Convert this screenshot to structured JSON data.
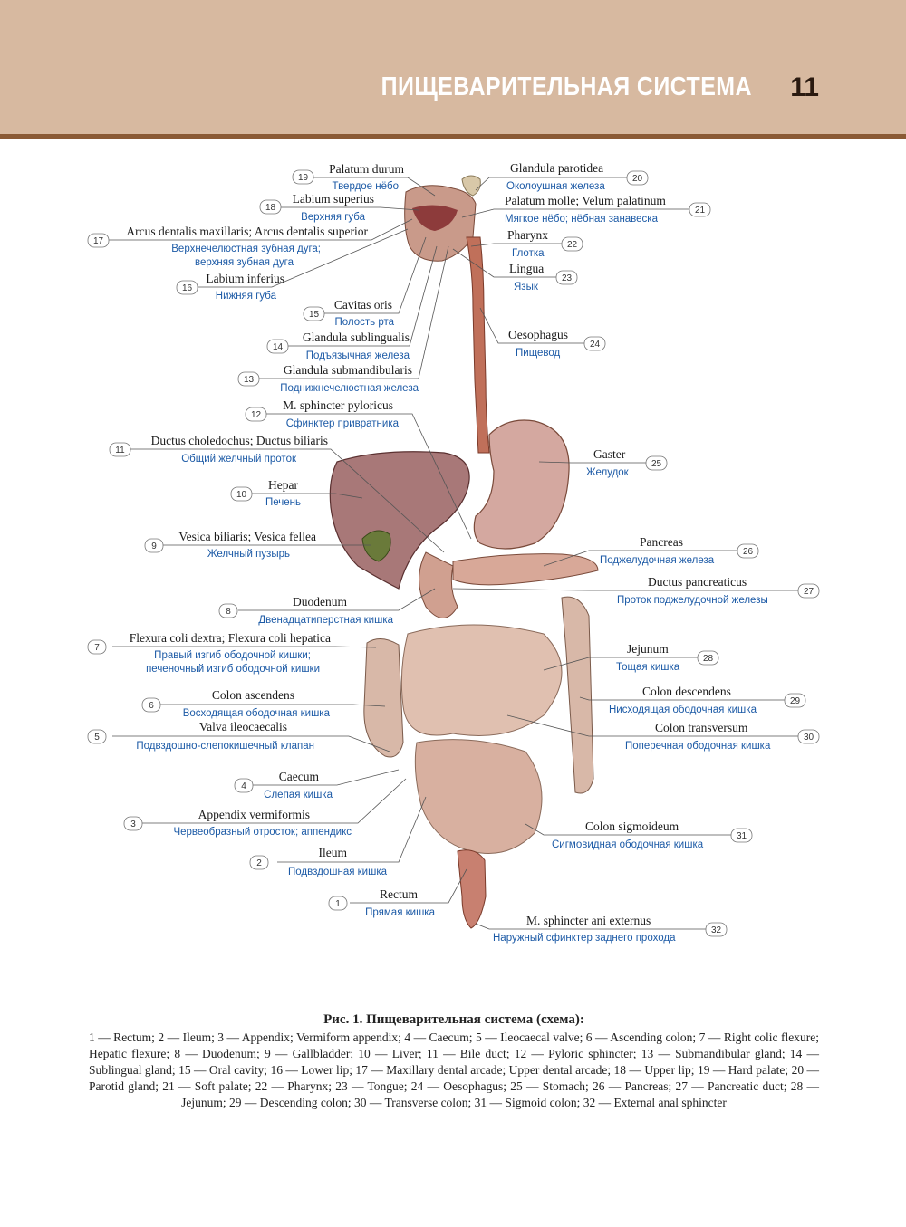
{
  "header": {
    "chapter_title": "ПИЩЕВАРИТЕЛЬНАЯ СИСТЕМА",
    "page_number": "11"
  },
  "colors": {
    "header_band": "#d7b9a0",
    "header_rule": "#8a5a35",
    "russian_label": "#1c5aa6"
  },
  "labels": {
    "l19": {
      "num": "19",
      "lat": "Palatum durum",
      "ru": "Твердое нёбо"
    },
    "l18": {
      "num": "18",
      "lat": "Labium superius",
      "ru": "Верхняя губа"
    },
    "l17": {
      "num": "17",
      "lat": "Arcus dentalis maxillaris; Arcus dentalis superior",
      "ru": "Верхнечелюстная зубная дуга;",
      "ru2": "верхняя зубная дуга"
    },
    "l16": {
      "num": "16",
      "lat": "Labium inferius",
      "ru": "Нижняя губа"
    },
    "l15": {
      "num": "15",
      "lat": "Cavitas oris",
      "ru": "Полость рта"
    },
    "l14": {
      "num": "14",
      "lat": "Glandula sublingualis",
      "ru": "Подъязычная железа"
    },
    "l13": {
      "num": "13",
      "lat": "Glandula submandibularis",
      "ru": "Поднижнечелюстная железа"
    },
    "l12": {
      "num": "12",
      "lat": "M. sphincter pyloricus",
      "ru": "Сфинктер привратника"
    },
    "l11": {
      "num": "11",
      "lat": "Ductus choledochus; Ductus biliaris",
      "ru": "Общий желчный проток"
    },
    "l10": {
      "num": "10",
      "lat": "Hepar",
      "ru": "Печень"
    },
    "l9": {
      "num": "9",
      "lat": "Vesica biliaris; Vesica fellea",
      "ru": "Желчный пузырь"
    },
    "l8": {
      "num": "8",
      "lat": "Duodenum",
      "ru": "Двенадцатиперстная кишка"
    },
    "l7": {
      "num": "7",
      "lat": "Flexura coli dextra; Flexura coli hepatica",
      "ru": "Правый изгиб ободочной кишки;",
      "ru2": "печеночный изгиб ободочной кишки"
    },
    "l6": {
      "num": "6",
      "lat": "Colon ascendens",
      "ru": "Восходящая ободочная кишка"
    },
    "l5": {
      "num": "5",
      "lat": "Valva ileocaecalis",
      "ru": "Подвздошно-слепокишечный клапан"
    },
    "l4": {
      "num": "4",
      "lat": "Caecum",
      "ru": "Слепая кишка"
    },
    "l3": {
      "num": "3",
      "lat": "Appendix vermiformis",
      "ru": "Червеобразный отросток; аппендикс"
    },
    "l2": {
      "num": "2",
      "lat": "Ileum",
      "ru": "Подвздошная кишка"
    },
    "l1": {
      "num": "1",
      "lat": "Rectum",
      "ru": "Прямая кишка"
    },
    "l20": {
      "num": "20",
      "lat": "Glandula parotidea",
      "ru": "Околоушная железа"
    },
    "l21": {
      "num": "21",
      "lat": "Palatum molle; Velum palatinum",
      "ru": "Мягкое нёбо; нёбная занавеска"
    },
    "l22": {
      "num": "22",
      "lat": "Pharynx",
      "ru": "Глотка"
    },
    "l23": {
      "num": "23",
      "lat": "Lingua",
      "ru": "Язык"
    },
    "l24": {
      "num": "24",
      "lat": "Oesophagus",
      "ru": "Пищевод"
    },
    "l25": {
      "num": "25",
      "lat": "Gaster",
      "ru": "Желудок"
    },
    "l26": {
      "num": "26",
      "lat": "Pancreas",
      "ru": "Поджелудочная железа"
    },
    "l27": {
      "num": "27",
      "lat": "Ductus pancreaticus",
      "ru": "Проток поджелудочной железы"
    },
    "l28": {
      "num": "28",
      "lat": "Jejunum",
      "ru": "Тощая кишка"
    },
    "l29": {
      "num": "29",
      "lat": "Colon descendens",
      "ru": "Нисходящая ободочная кишка"
    },
    "l30": {
      "num": "30",
      "lat": "Colon transversum",
      "ru": "Поперечная ободочная кишка"
    },
    "l31": {
      "num": "31",
      "lat": "Colon sigmoideum",
      "ru": "Сигмовидная ободочная кишка"
    },
    "l32": {
      "num": "32",
      "lat": "M. sphincter ani externus",
      "ru": "Наружный сфинктер заднего прохода"
    }
  },
  "caption": {
    "title": "Рис. 1. Пищеварительная система (схема):",
    "body": "1 — Rectum; 2 — Ileum; 3 — Appendix; Vermiform appendix; 4 — Caecum; 5 — Ileocaecal valve; 6 — Ascending colon; 7 — Right colic flexure; Hepatic flexure; 8 — Duodenum; 9 — Gallbladder; 10 — Liver; 11 — Bile duct; 12 — Pyloric sphincter; 13 — Submandibular gland; 14 — Sublingual gland; 15 — Oral cavity; 16 — Lower lip; 17 — Maxillary dental arcade; Upper dental arcade; 18 — Upper lip; 19 — Hard palate; 20 — Parotid gland; 21 — Soft palate; 22 — Pharynx; 23 — Tongue; 24 — Oesophagus; 25 — Stomach; 26 — Pancreas; 27 — Pancreatic duct; 28 — Jejunum; 29 — Descending colon; 30 — Transverse colon; 31 — Sigmoid colon; 32 — External anal sphincter"
  }
}
